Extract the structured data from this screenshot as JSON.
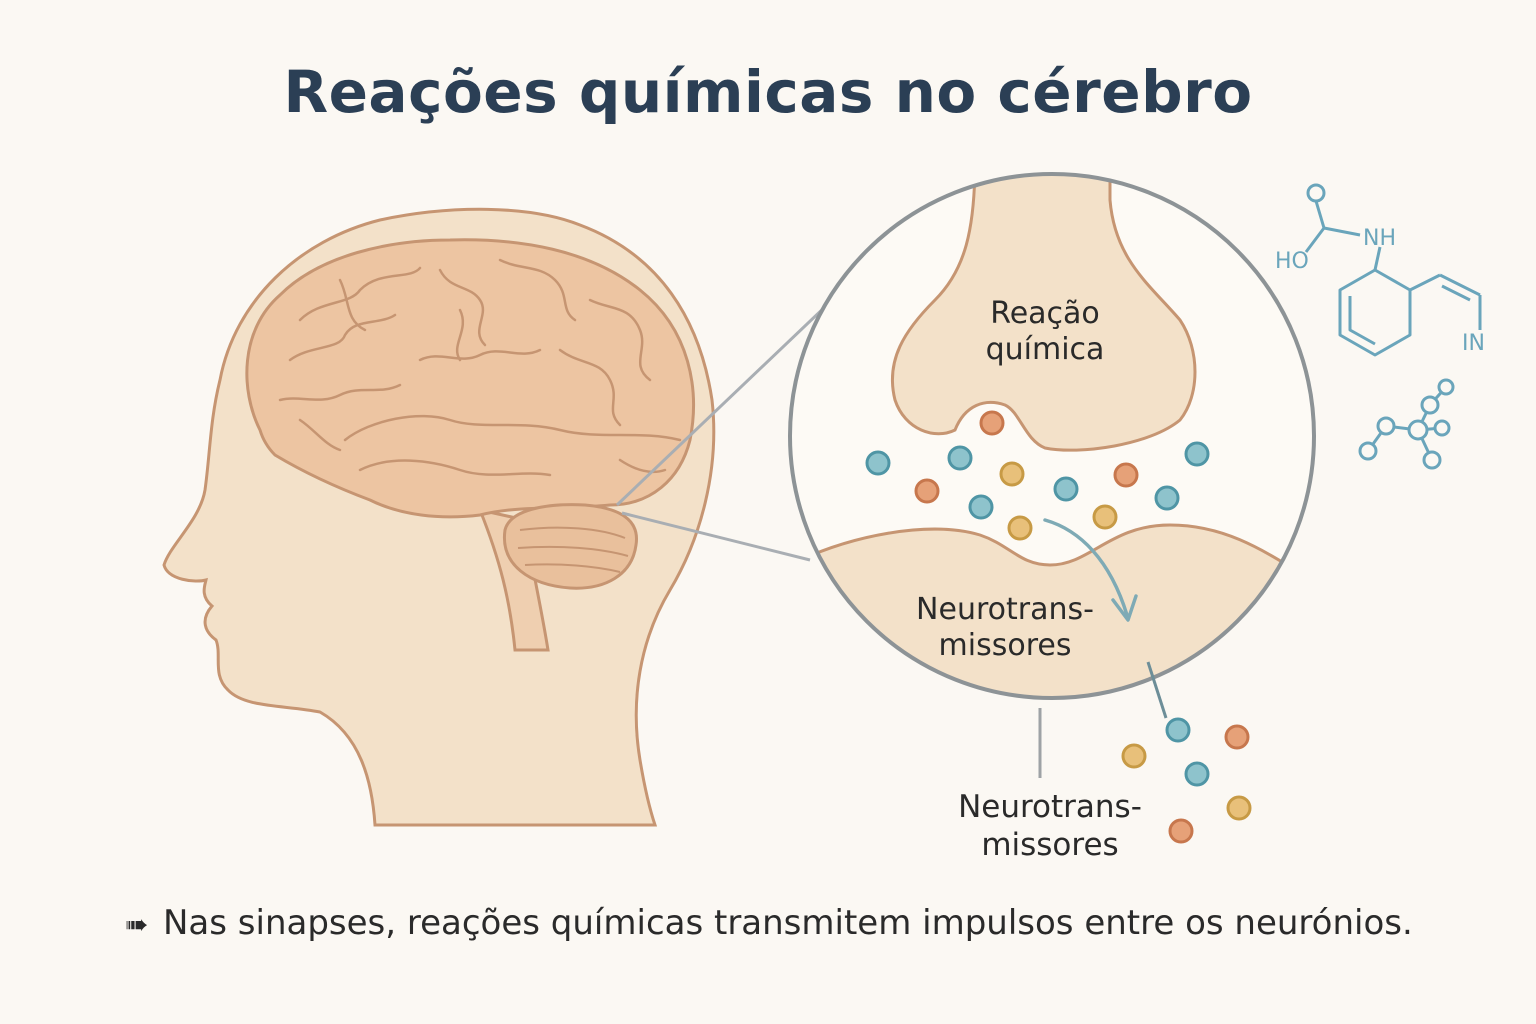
{
  "title": "Reações químicas no cérebro",
  "inset": {
    "label_reaction_line1": "Reação",
    "label_reaction_line2": "química",
    "label_neuro_inner_line1": "Neurotrans-",
    "label_neuro_inner_line2": "missores"
  },
  "outside": {
    "label_neuro_outer_line1": "Neurotrans-",
    "label_neuro_outer_line2": "missores"
  },
  "molecule": {
    "atom_o": "O",
    "atom_nh": "NH",
    "atom_ho": "HO",
    "atom_in": "IN"
  },
  "caption": {
    "arrow_icon": "right-arrow-icon",
    "text": "Nas sinapses, reações químicas transmitem impulsos entre os neurónios."
  },
  "colors": {
    "title": "#2b3f55",
    "skin": "#f3e1c9",
    "outline": "#c69572",
    "brain": "#edc5a2",
    "particle_blue": "#8ec3cc",
    "particle_orange": "#e6a178",
    "particle_yellow": "#e8c07a",
    "molecule": "#6aa5bb"
  }
}
